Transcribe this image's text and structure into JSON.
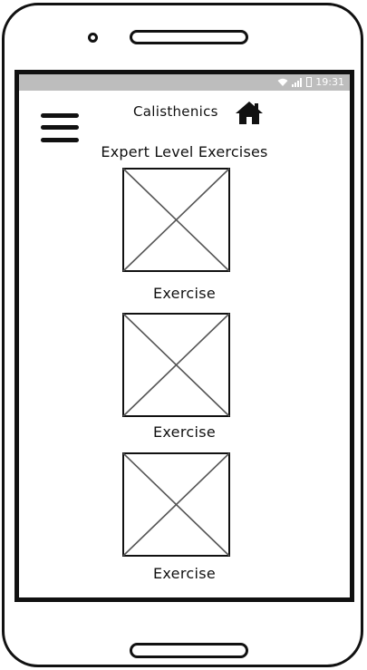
{
  "status_bar": {
    "time": "19:31",
    "icons": [
      "wifi-icon",
      "signal-icon",
      "battery-icon"
    ]
  },
  "header": {
    "menu_icon": "hamburger-menu-icon",
    "title": "Calisthenics",
    "home_icon": "home-icon"
  },
  "main": {
    "section_title": "Expert Level Exercises",
    "exercises": [
      {
        "label": "Exercise",
        "image": "placeholder-image"
      },
      {
        "label": "Exercise",
        "image": "placeholder-image"
      },
      {
        "label": "Exercise",
        "image": "placeholder-image"
      }
    ]
  }
}
